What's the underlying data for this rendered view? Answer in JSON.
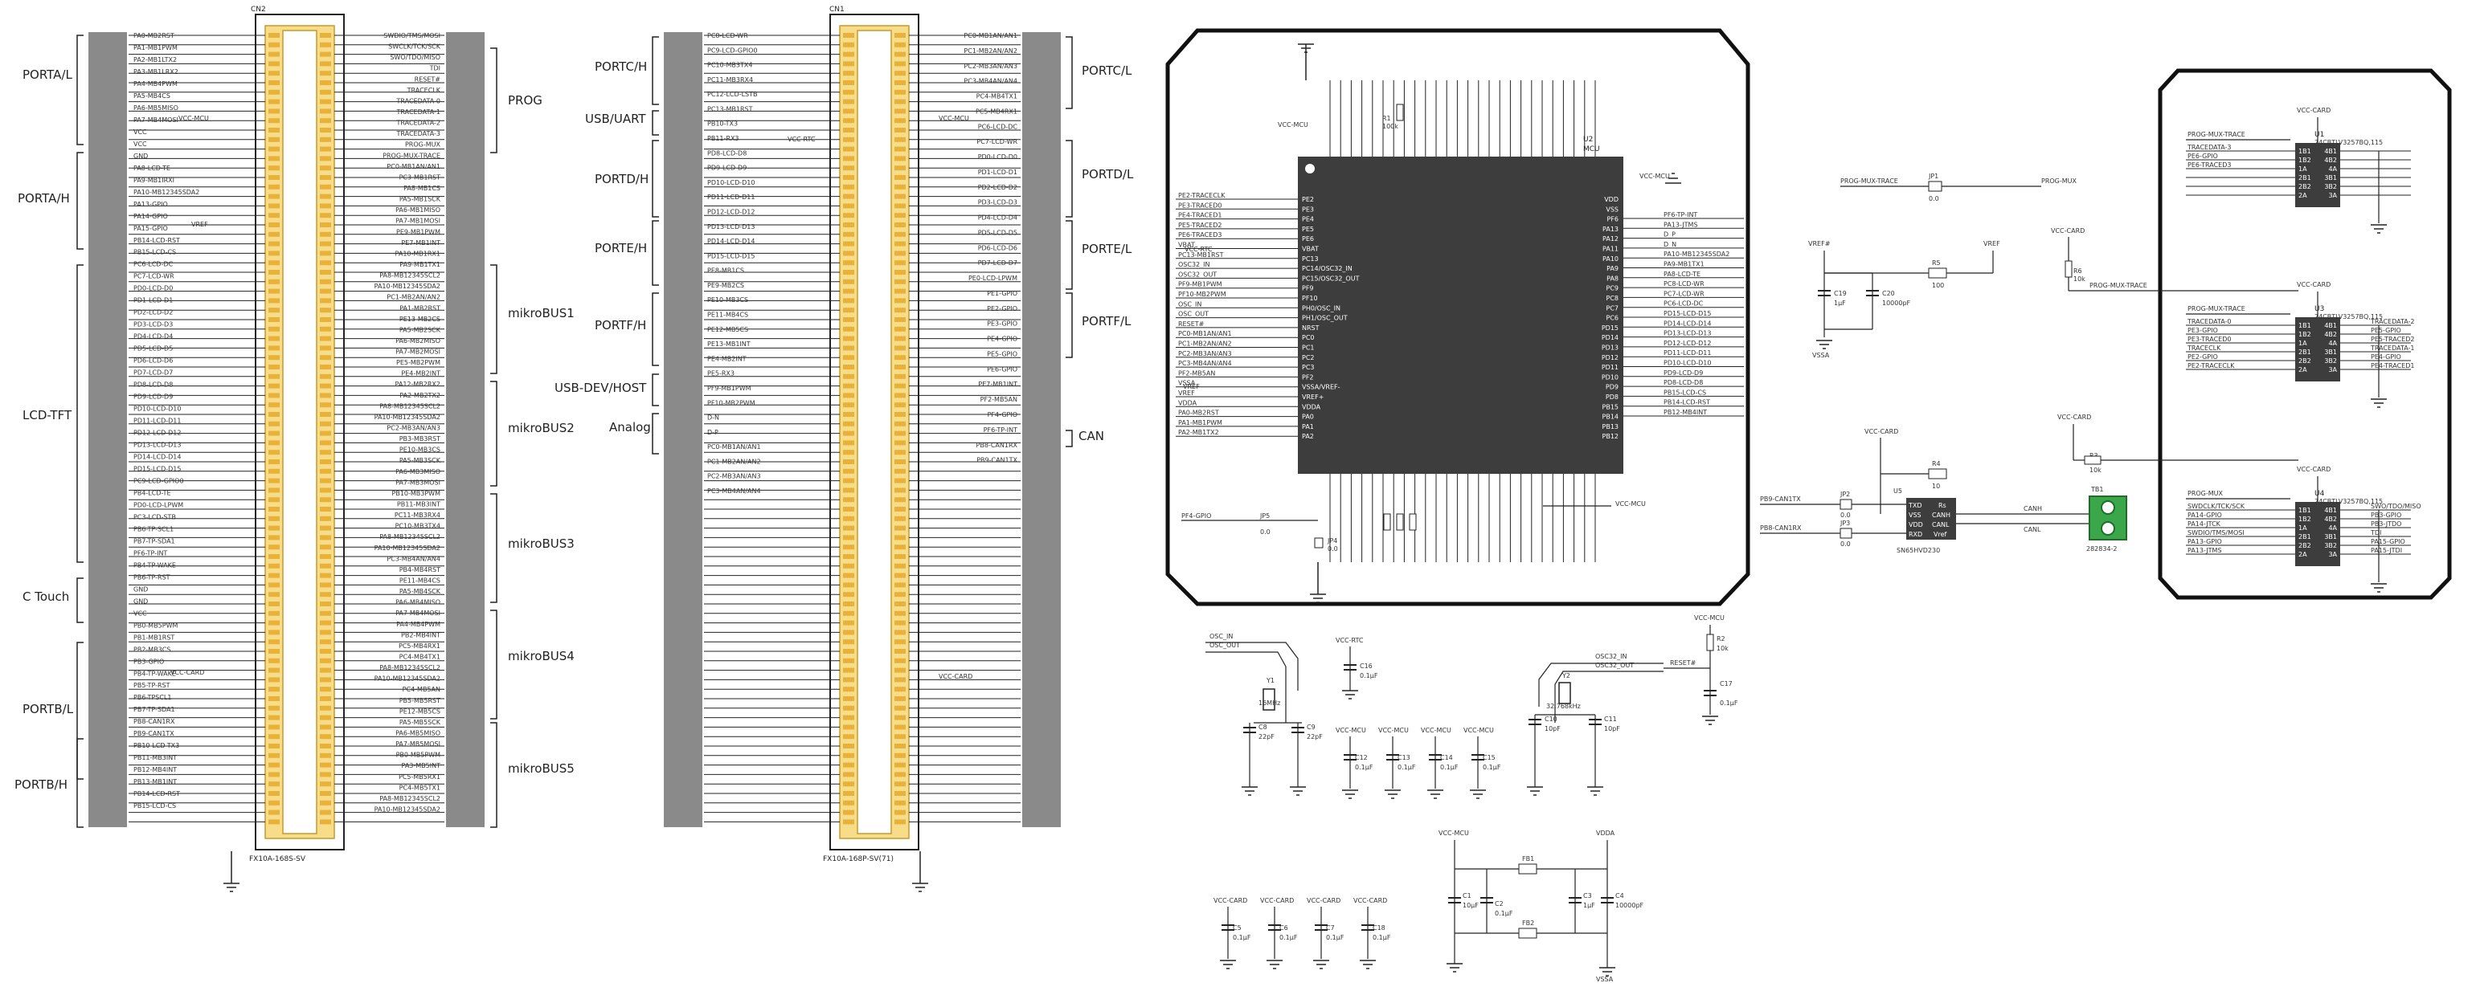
{
  "connector_left": {
    "ref": "CN2",
    "part": "FX10A-168S-SV",
    "groups": [
      "PORTA/L",
      "PORTA/H",
      "LCD-TFT",
      "C Touch",
      "PORTB/L",
      "PORTB/H"
    ],
    "right_groups": [
      "PROG",
      "mikroBUS1",
      "mikroBUS2",
      "mikroBUS3",
      "mikroBUS4",
      "mikroBUS5"
    ],
    "signals_left": [
      "PA0-MB2RST",
      "PA1-MB1PWM",
      "PA2-MB1LTX2",
      "PA3-MB1LRX2",
      "PA4-MB4PWM",
      "PA5-MB4CS",
      "PA6-MB5MISO",
      "PA7-MB4MOSI",
      "VCC",
      "VCC",
      "GND",
      "PA8-LCD-TE",
      "PA9-MB1IRXI",
      "PA10-MB12345SDA2",
      "PA13-GPIO",
      "PA14-GPIO",
      "PA15-GPIO",
      "PB14-LCD-RST",
      "PB15-LCD-CS",
      "PC6-LCD-DC",
      "PC7-LCD-WR",
      "PD0-LCD-D0",
      "PD1-LCD-D1",
      "PD2-LCD-D2",
      "PD3-LCD-D3",
      "PD4-LCD-D4",
      "PD5-LCD-D5",
      "PD6-LCD-D6",
      "PD7-LCD-D7",
      "PD8-LCD-D8",
      "PD9-LCD-D9",
      "PD10-LCD-D10",
      "PD11-LCD-D11",
      "PD12-LCD-D12",
      "PD13-LCD-D13",
      "PD14-LCD-D14",
      "PD15-LCD-D15",
      "PC9-LCD-GPIO0",
      "PB4-LCD-TE",
      "PD0-LCD-LPWM",
      "PC3-LCD-STB",
      "PB6-TP-SCL1",
      "PB7-TP-SDA1",
      "PF6-TP-INT",
      "PB4-TP-WAKE",
      "PB6-TP-RST",
      "GND",
      "GND",
      "VCC",
      "PB0-MB5PWM",
      "PB1-MB1RST",
      "PB2-MB3CS",
      "PB3-GPIO",
      "PB4-TP-WAKE",
      "PB5-TP-RST",
      "PB6-TPSCL1",
      "PB7-TP-SDA1",
      "PB8-CAN1RX",
      "PB9-CAN1TX",
      "PB10-LCD-TX3",
      "PB11-MB3INT",
      "PB12-MB4INT",
      "PB13-MB1INT",
      "PB14-LCD-RST",
      "PB15-LCD-CS"
    ],
    "signals_right": [
      "SWDIO/TMS/MOSI",
      "SWCLK/TCK/SCK",
      "SWO/TDO/MISO",
      "TDI",
      "RESET#",
      "TRACECLK",
      "TRACEDATA-0",
      "TRACEDATA-1",
      "TRACEDATA-2",
      "TRACEDATA-3",
      "PROG-MUX",
      "PROG-MUX-TRACE",
      "PC0-MB1AN/AN1",
      "PC3-MB1RST",
      "PA8-MB1CS",
      "PA5-MB1SCK",
      "PA6-MB1MISO",
      "PA7-MB1MOSI",
      "PE9-MB1PWM",
      "PE7-MB1INT",
      "PA10-MB1RX1",
      "PA9-MB1TX1",
      "PA8-MB12345SCL2",
      "PA10-MB12345SDA2",
      "PC1-MB2AN/AN2",
      "PA1-MB2RST",
      "PE13-MB2CS",
      "PA5-MB2SCK",
      "PA6-MB2MISO",
      "PA7-MB2MOSI",
      "PE5-MB2PWM",
      "PE4-MB2INT",
      "PA12-MB2RX2",
      "PA2-MB2TX2",
      "PA8-MB12345SCL2",
      "PA10-MB12345SDA2",
      "PC2-MB3AN/AN3",
      "PB3-MB3RST",
      "PE10-MB3CS",
      "PA5-MB3SCK",
      "PA6-MB3MISO",
      "PA7-MB3MOSI",
      "PB10-MB3PWM",
      "PB11-MB3INT",
      "PC11-MB3RX4",
      "PC10-MB3TX4",
      "PA8-MB12345SCL2",
      "PA10-MB12345SDA2",
      "PC3-MB4AN/AN4",
      "PB4-MB4RST",
      "PE11-MB4CS",
      "PA5-MB4SCK",
      "PA6-MB4MISO",
      "PA7-MB4MOSI",
      "PA4-MB4PWM",
      "PB2-MB4INT",
      "PC5-MB4RX1",
      "PC4-MB4TX1",
      "PA8-MB12345SCL2",
      "PA10-MB12345SDA2",
      "PC4-MB5AN",
      "PB5-MB5RST",
      "PE12-MB5CS",
      "PA5-MB5SCK",
      "PA6-MB5MISO",
      "PA7-MB5MOSI",
      "PB0-MB5PWM",
      "PA3-MB5INT",
      "PC5-MB5RX1",
      "PC4-MB5TX1",
      "PA8-MB12345SCL2",
      "PA10-MB12345SDA2"
    ],
    "net_labels": [
      "VCC-MCU",
      "VREF",
      "VCC-CARD"
    ]
  },
  "connector_right": {
    "ref": "CN1",
    "part": "FX10A-168P-SV(71)",
    "groups": [
      "PORTC/H",
      "USB/UART",
      "PORTD/H",
      "PORTE/H",
      "PORTF/H",
      "USB-DEV/HOST",
      "Analog"
    ],
    "right_groups": [
      "PORTC/L",
      "PORTD/L",
      "PORTE/L",
      "PORTF/L",
      "CAN"
    ],
    "signals_left": [
      "PC8-LCD-WR",
      "PC9-LCD-GPIO0",
      "PC10-MB3TX4",
      "PC11-MB3RX4",
      "PC12-LCD-LSTB",
      "PC13-MB1RST",
      "PB10-TX3",
      "PB11-RX3",
      "PD8-LCD-D8",
      "PD9-LCD-D9",
      "PD10-LCD-D10",
      "PD11-LCD-D11",
      "PD12-LCD-D12",
      "PD13-LCD-D13",
      "PD14-LCD-D14",
      "PD15-LCD-D15",
      "PE8-MB1CS",
      "PE9-MB2CS",
      "PE10-MB3CS",
      "PE11-MB4CS",
      "PE12-MB5CS",
      "PE13-MB1INT",
      "PE4-MB2INT",
      "PE5-RX3",
      "PF9-MB1PWM",
      "PF10-MB2PWM",
      "D-N",
      "D-P",
      "PC0-MB1AN/AN1",
      "PC1-MB2AN/AN2",
      "PC2-MB3AN/AN3",
      "PC3-MB4AN/AN4"
    ],
    "signals_right": [
      "PC0-MB1AN/AN1",
      "PC1-MB2AN/AN2",
      "PC2-MB3AN/AN3",
      "PC3-MB4AN/AN4",
      "PC4-MB4TX1",
      "PC5-MB4RX1",
      "PC6-LCD-DC",
      "PC7-LCD-WR",
      "PD0-LCD-D0",
      "PD1-LCD-D1",
      "PD2-LCD-D2",
      "PD3-LCD-D3",
      "PD4-LCD-D4",
      "PD5-LCD-D5",
      "PD6-LCD-D6",
      "PD7-LCD-D7",
      "PE0-LCD-LPWM",
      "PE1-GPIO",
      "PE2-GPIO",
      "PE3-GPIO",
      "PE4-GPIO",
      "PE5-GPIO",
      "PE6-GPIO",
      "PE7-MB1INT",
      "PF2-MB5AN",
      "PF4-GPIO",
      "PF6-TP-INT",
      "PB8-CAN1RX",
      "PB9-CAN1TX"
    ],
    "net_labels": [
      "VCC-RTC",
      "VCC-MCU",
      "VCC-CARD"
    ]
  },
  "mcu": {
    "ref": "U2",
    "name": "MCU",
    "pins_left": [
      "PE2-TRACECLK",
      "PE3-TRACED0",
      "PE4-TRACED1",
      "PE5-TRACED2",
      "PE6-TRACED3",
      "VBAT",
      "PC13-MB1RST",
      "OSC32_IN",
      "OSC32_OUT",
      "PF9-MB1PWM",
      "PF10-MB2PWM",
      "OSC_IN",
      "OSC_OUT",
      "RESET#",
      "PC0-MB1AN/AN1",
      "PC1-MB2AN/AN2",
      "PC2-MB3AN/AN3",
      "PC3-MB4AN/AN4",
      "PF2-MB5AN",
      "VSSA",
      "VREF",
      "VDDA",
      "PA0-MB2RST",
      "PA1-MB1PWM",
      "PA2-MB1TX2"
    ],
    "pins_inner_left": [
      "PE2",
      "PE3",
      "PE4",
      "PE5",
      "PE6",
      "VBAT",
      "PC13",
      "PC14/OSC32_IN",
      "PC15/OSC32_OUT",
      "PF9",
      "PF10",
      "PH0/OSC_IN",
      "PH1/OSC_OUT",
      "NRST",
      "PC0",
      "PC1",
      "PC2",
      "PC3",
      "PF2",
      "VSSA/VREF-",
      "VREF+",
      "VDDA",
      "PA0",
      "PA1",
      "PA2"
    ],
    "pins_right": [
      "PF6-TP-INT",
      "PA13-JTMS",
      "D_P",
      "D_N",
      "PA10-MB12345SDA2",
      "PA9-MB1TX1",
      "PA8-LCD-TE",
      "PC8-LCD-WR",
      "PC7-LCD-WR",
      "PC6-LCD-DC",
      "PD15-LCD-D15",
      "PD14-LCD-D14",
      "PD13-LCD-D13",
      "PD12-LCD-D12",
      "PD11-LCD-D11",
      "PD10-LCD-D10",
      "PD9-LCD-D9",
      "PD8-LCD-D8",
      "PB15-LCD-CS",
      "PB14-LCD-RST",
      "PB12-MB4INT"
    ],
    "pins_inner_right": [
      "VDD",
      "VSS",
      "PF6",
      "PA13",
      "PA12",
      "PA11",
      "PA10",
      "PA9",
      "PA8",
      "PC9",
      "PC8",
      "PC7",
      "PC6",
      "PD15",
      "PD14",
      "PD13",
      "PD12",
      "PD11",
      "PD10",
      "PD9",
      "PD8",
      "PB15",
      "PB14",
      "PB13",
      "PB12"
    ],
    "nets": [
      "VCC-MCU",
      "VCC-RTC",
      "VREF",
      "VCC-MCU"
    ],
    "bottom_parts": [
      "JP4",
      "R1"
    ],
    "bottom_values": [
      "0.0",
      "100k"
    ]
  },
  "can": {
    "ref": "U5",
    "part": "SN65HVD230",
    "pins_left": [
      "TXD",
      "VSS",
      "VDD",
      "RXD"
    ],
    "pins_right": [
      "Rs",
      "CANH",
      "CANL",
      "Vref"
    ],
    "connector": "TB1",
    "connector_part": "282834-2",
    "nets": [
      "PB9-CAN1TX",
      "PB8-CAN1RX",
      "CANH",
      "CANL",
      "VCC-CARD"
    ],
    "jumpers": [
      "JP2",
      "JP3"
    ],
    "jumper_values": [
      "0.0",
      "0.0"
    ],
    "resistor": "R4",
    "resistor_value": "10"
  },
  "vref": {
    "nets": [
      "VREF#",
      "VREF",
      "VSSA"
    ],
    "r": "R5",
    "r_value": "100",
    "c1": "C19",
    "c1_value": "1µF",
    "c2": "C20",
    "c2_value": "10000pF"
  },
  "prog_mux": {
    "jumper": "JP1",
    "value": "0.0",
    "net_in": "PROG-MUX-TRACE",
    "net_out": "PROG-MUX"
  },
  "mux_chips": [
    {
      "ref": "U1",
      "part": "74CBTLV3257BQ,115",
      "vcc": "VCC-CARD",
      "inputs": [
        "TRACEDATA-3",
        "PE6-GPIO",
        "PE6-TRACED3"
      ],
      "outputs": [],
      "ctrl": "PROG-MUX-TRACE",
      "pins_in": [
        "1B1",
        "1B2",
        "1A",
        "2B1",
        "2B2",
        "2A"
      ],
      "pins_out": [
        "4B1",
        "4B2",
        "4A",
        "3B1",
        "3B2",
        "3A"
      ]
    },
    {
      "ref": "U3",
      "part": "74CBTLV3257BQ,115",
      "vcc": "VCC-CARD",
      "inputs": [
        "TRACEDATA-0",
        "PE3-GPIO",
        "PE3-TRACED0",
        "TRACECLK",
        "PE2-GPIO",
        "PE2-TRACECLK"
      ],
      "outputs": [
        "TRACEDATA-2",
        "PE5-GPIO",
        "PE5-TRACED2",
        "TRACEDATA-1",
        "PE4-GPIO",
        "PE4-TRACED1"
      ],
      "ctrl": "PROG-MUX-TRACE",
      "pins_in": [
        "1B1",
        "1B2",
        "1A",
        "2B1",
        "2B2",
        "2A"
      ],
      "pins_out": [
        "4B1",
        "4B2",
        "4A",
        "3B1",
        "3B2",
        "3A"
      ]
    },
    {
      "ref": "U4",
      "part": "74CBTLV3257BQ,115",
      "vcc": "VCC-CARD",
      "inputs": [
        "SWDCLK/TCK/SCK",
        "PA14-GPIO",
        "PA14-JTCK",
        "SWDIO/TMS/MOSI",
        "PA13-GPIO",
        "PA13-JTMS"
      ],
      "outputs": [
        "SWO/TDO/MISO",
        "PB3-GPIO",
        "PB3-JTDO",
        "TDI",
        "PA15-GPIO",
        "PA15-JTDI"
      ],
      "ctrl": "PROG-MUX",
      "pins_in": [
        "1B1",
        "1B2",
        "1A",
        "2B1",
        "2B2",
        "2A"
      ],
      "pins_out": [
        "4B1",
        "4B2",
        "4A",
        "3B1",
        "3B2",
        "3A"
      ]
    }
  ],
  "mux_resistors": [
    {
      "ref": "R6",
      "value": "10k",
      "net": "VCC-CARD"
    },
    {
      "ref": "R3",
      "value": "10k",
      "net": "VCC-CARD"
    }
  ],
  "oscillators": {
    "hse": {
      "ref": "Y1",
      "freq": "16MHz",
      "nets": [
        "OSC_IN",
        "OSC_OUT"
      ],
      "caps": [
        {
          "ref": "C8",
          "value": "22pF"
        },
        {
          "ref": "C9",
          "value": "22pF"
        }
      ]
    },
    "lse": {
      "ref": "Y2",
      "freq": "32.768kHz",
      "nets": [
        "OSC32_IN",
        "OSC32_OUT"
      ],
      "caps": [
        {
          "ref": "C10",
          "value": "10pF"
        },
        {
          "ref": "C11",
          "value": "10pF"
        }
      ]
    },
    "rtc_cap": {
      "ref": "C16",
      "value": "0.1µF",
      "net": "VCC-RTC"
    }
  },
  "reset": {
    "net": "RESET#",
    "vcc": "VCC-MCU",
    "r": "R2",
    "r_value": "10k",
    "c": "C17",
    "c_value": "0.1µF"
  },
  "decoupling_mcu": [
    {
      "ref": "C12",
      "value": "0.1µF",
      "net": "VCC-MCU"
    },
    {
      "ref": "C13",
      "value": "0.1µF",
      "net": "VCC-MCU"
    },
    {
      "ref": "C14",
      "value": "0.1µF",
      "net": "VCC-MCU"
    },
    {
      "ref": "C15",
      "value": "0.1µF",
      "net": "VCC-MCU"
    }
  ],
  "decoupling_card": [
    {
      "ref": "C5",
      "value": "0.1µF",
      "net": "VCC-CARD"
    },
    {
      "ref": "C6",
      "value": "0.1µF",
      "net": "VCC-CARD"
    },
    {
      "ref": "C7",
      "value": "0.1µF",
      "net": "VCC-CARD"
    },
    {
      "ref": "C18",
      "value": "0.1µF",
      "net": "VCC-CARD"
    }
  ],
  "vdda_filter": {
    "nets": [
      "VCC-MCU",
      "VDDA",
      "VSSA"
    ],
    "ferrites": [
      "FB1",
      "FB2"
    ],
    "caps": [
      {
        "ref": "C1",
        "value": "10µF"
      },
      {
        "ref": "C2",
        "value": "0.1µF"
      },
      {
        "ref": "C3",
        "value": "1µF"
      },
      {
        "ref": "C4",
        "value": "10000pF"
      }
    ]
  },
  "colors": {
    "connector_fill": "#f2c94c",
    "connector_pin": "#e8b23a",
    "port_bar": "#8a8a8a",
    "port_bar_dark": "#6e6e6e",
    "mcu_body": "#3d3d3d",
    "terminal_green": "#3aa84a",
    "line": "#222222"
  }
}
